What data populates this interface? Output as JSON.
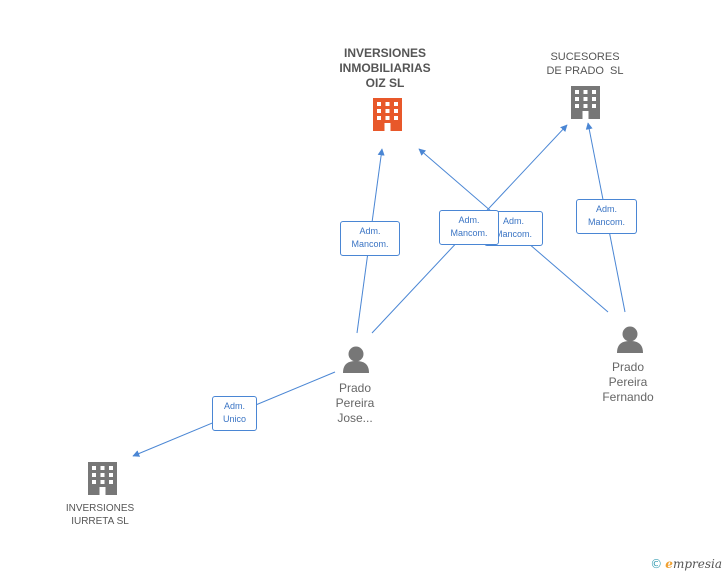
{
  "nodes": {
    "inversiones_inmobiliarias": {
      "label_lines": [
        "INVERSIONES",
        "INMOBILIARIAS",
        "OIZ SL"
      ],
      "icon": "building-icon",
      "color": "#e8582a"
    },
    "sucesores": {
      "label_lines": [
        "SUCESORES",
        "DE PRADO  SL"
      ],
      "icon": "building-icon",
      "color": "#777777"
    },
    "inversiones_iurreta": {
      "label_lines": [
        "INVERSIONES",
        "IURRETA SL"
      ],
      "icon": "building-icon",
      "color": "#777777"
    },
    "prado_jose": {
      "label_lines": [
        "Prado",
        "Pereira",
        "Jose..."
      ],
      "icon": "person-icon",
      "color": "#777777"
    },
    "prado_fernando": {
      "label_lines": [
        "Prado",
        "Pereira",
        "Fernando"
      ],
      "icon": "person-icon",
      "color": "#777777"
    }
  },
  "edge_labels": {
    "jose_to_inmob": [
      "Adm.",
      "Mancom."
    ],
    "jose_to_sucesores": [
      "Adm.",
      "Mancom."
    ],
    "fernando_to_inmob": [
      "Adm.",
      "Mancom."
    ],
    "fernando_to_sucesores": [
      "Adm.",
      "Mancom."
    ],
    "jose_to_iurreta": [
      "Adm.",
      "Unico"
    ]
  },
  "colors": {
    "edge": "#4a86d4",
    "highlight": "#e8582a",
    "node": "#777777"
  },
  "brand": {
    "copyright": "©",
    "name_initial": "e",
    "name_rest": "mpresia"
  }
}
